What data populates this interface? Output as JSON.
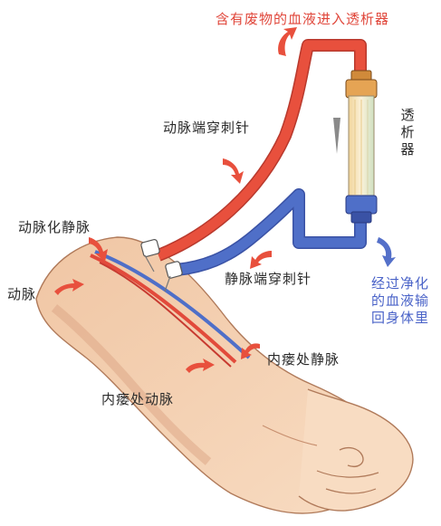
{
  "labels": {
    "top_waste": "含有废物的血液进入透析器",
    "dialyzer": "透析器",
    "artery_needle": "动脉端穿刺针",
    "vein_needle": "静脉端穿刺针",
    "arterialized_vein": "动脉化静脉",
    "artery": "动脉",
    "internal_fistula_vein": "内瘘处静脉",
    "internal_fistula_artery": "内瘘处动脉",
    "return_blood": "经过净化的血液输回身体里"
  },
  "colors": {
    "red_tube": "#e8503d",
    "blue_tube": "#4f6fc8",
    "skin": "#f6d2b3",
    "skin_shadow": "#dfa888",
    "arrow_red": "#e8503d",
    "arrow_blue": "#5470c9"
  }
}
